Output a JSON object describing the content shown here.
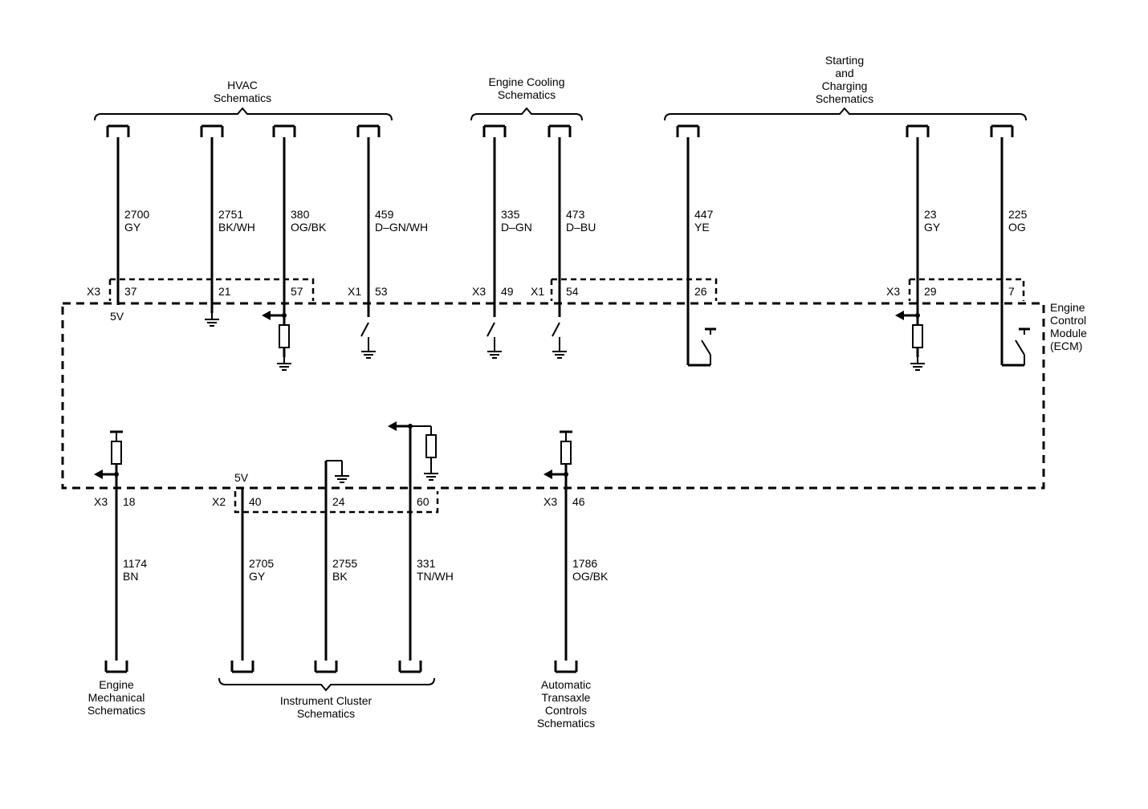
{
  "groups": {
    "hvac": [
      "HVAC",
      "Schematics"
    ],
    "cooling": [
      "Engine Cooling",
      "Schematics"
    ],
    "starting": [
      "Starting",
      "and",
      "Charging",
      "Schematics"
    ],
    "engine_mech": [
      "Engine",
      "Mechanical",
      "Schematics"
    ],
    "cluster": [
      "Instrument Cluster",
      "Schematics"
    ],
    "transaxle": [
      "Automatic",
      "Transaxle",
      "Controls",
      "Schematics"
    ]
  },
  "module": [
    "Engine",
    "Control",
    "Module",
    "(ECM)"
  ],
  "top_circuits": [
    {
      "circuit": "2700",
      "color": "GY",
      "connector": "X3",
      "pin": "37",
      "note": "5V"
    },
    {
      "circuit": "2751",
      "color": "BK/WH",
      "connector": "",
      "pin": "21"
    },
    {
      "circuit": "380",
      "color": "OG/BK",
      "connector": "",
      "pin": "57"
    },
    {
      "circuit": "459",
      "color": "D–GN/WH",
      "connector": "X1",
      "pin": "53"
    },
    {
      "circuit": "335",
      "color": "D–GN",
      "connector": "X3",
      "pin": "49"
    },
    {
      "circuit": "473",
      "color": "D–BU",
      "connector": "X1",
      "pin": "54"
    },
    {
      "circuit": "447",
      "color": "YE",
      "connector": "",
      "pin": "26"
    },
    {
      "circuit": "23",
      "color": "GY",
      "connector": "X3",
      "pin": "29"
    },
    {
      "circuit": "225",
      "color": "OG",
      "connector": "",
      "pin": "7"
    }
  ],
  "bottom_circuits": [
    {
      "circuit": "1174",
      "color": "BN",
      "connector": "X3",
      "pin": "18"
    },
    {
      "circuit": "2705",
      "color": "GY",
      "connector": "X2",
      "pin": "40",
      "note": "5V"
    },
    {
      "circuit": "2755",
      "color": "BK",
      "connector": "",
      "pin": "24"
    },
    {
      "circuit": "331",
      "color": "TN/WH",
      "connector": "",
      "pin": "60"
    },
    {
      "circuit": "1786",
      "color": "OG/BK",
      "connector": "X3",
      "pin": "46"
    }
  ]
}
